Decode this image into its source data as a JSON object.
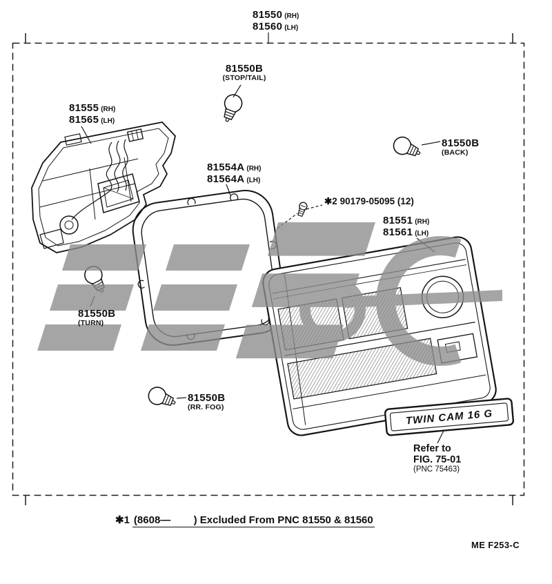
{
  "page": {
    "doc_code": "ME  F253-C"
  },
  "callouts": {
    "assembly": {
      "rh": "81550",
      "rh_side": "(RH)",
      "lh": "81560",
      "lh_side": "(LH)"
    },
    "stop_tail": {
      "code": "81550B",
      "sub": "(STOP/TAIL)"
    },
    "housing": {
      "rh": "81555",
      "rh_side": "(RH)",
      "lh": "81565",
      "lh_side": "(LH)"
    },
    "back": {
      "code": "81550B",
      "sub": "(BACK)"
    },
    "gasket": {
      "rh": "81554A",
      "rh_side": "(RH)",
      "lh": "81564A",
      "lh_side": "(LH)"
    },
    "screw": {
      "text": "✱2 90179-05095 (12)"
    },
    "lens": {
      "rh": "81551",
      "rh_side": "(RH)",
      "lh": "81561",
      "lh_side": "(LH)"
    },
    "turn": {
      "code": "81550B",
      "sub": "(TURN)"
    },
    "rr_fog": {
      "code": "81550B",
      "sub": "(RR. FOG)"
    },
    "badge": {
      "text": "TWIN CAM 16 G"
    },
    "refer": {
      "line1": "Refer to",
      "line2": "FIG. 75-01",
      "line3": "(PNC 75463)"
    }
  },
  "footer": {
    "prefix": "✱1",
    "body": "(8608—        ) Excluded From PNC 81550 & 81560"
  }
}
